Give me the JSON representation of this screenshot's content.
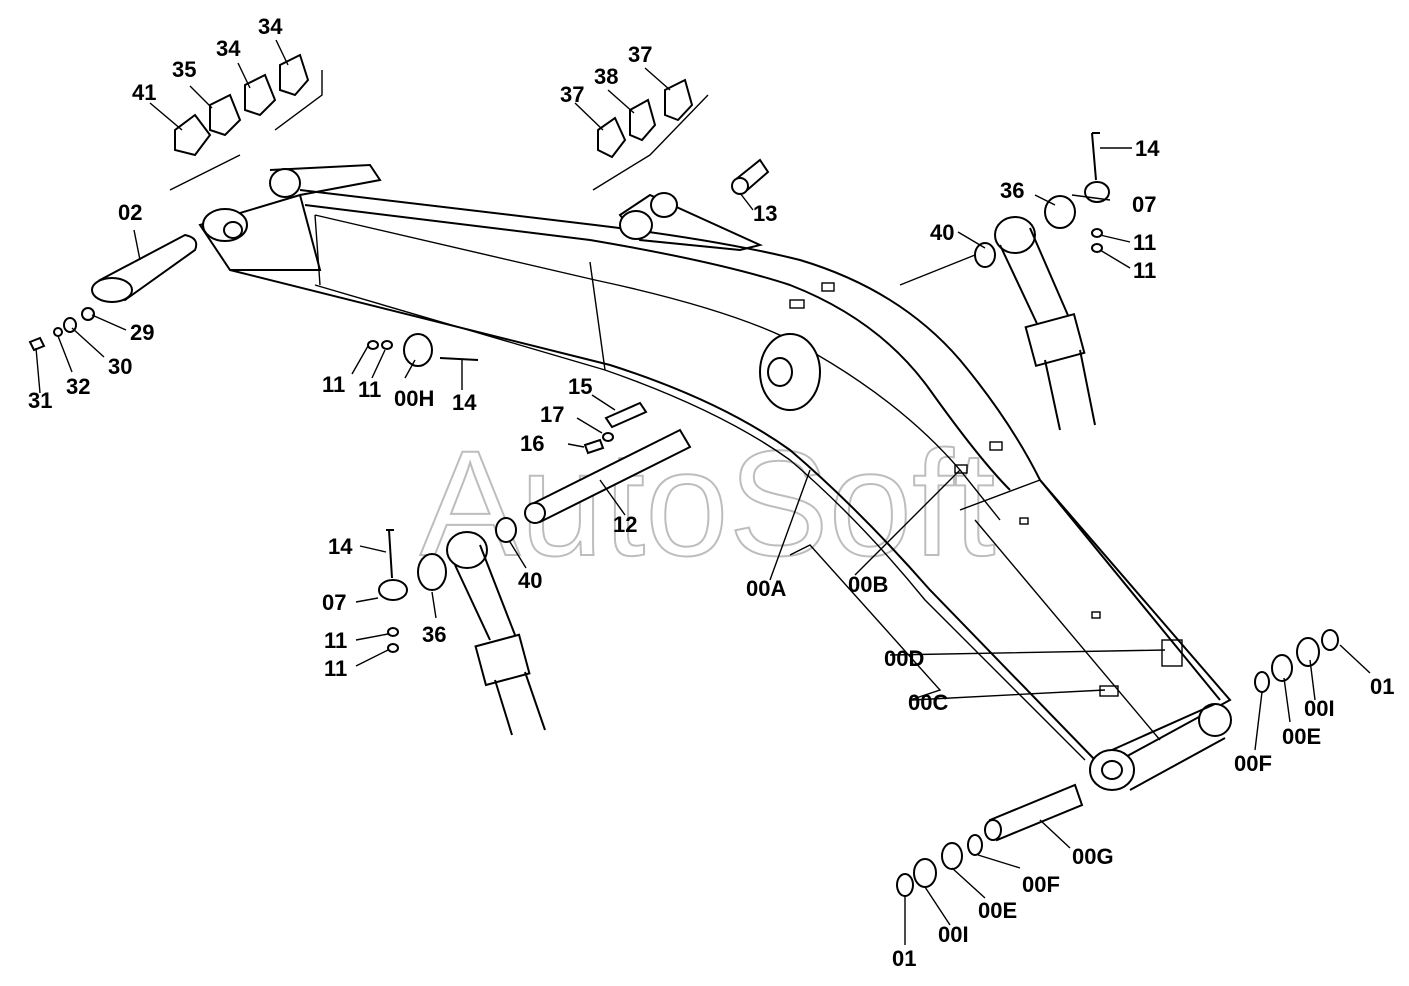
{
  "watermark": "AutoSoft",
  "callouts": [
    {
      "id": "c41",
      "text": "41"
    },
    {
      "id": "c35",
      "text": "35"
    },
    {
      "id": "c34a",
      "text": "34"
    },
    {
      "id": "c34b",
      "text": "34"
    },
    {
      "id": "c37a",
      "text": "37"
    },
    {
      "id": "c38",
      "text": "38"
    },
    {
      "id": "c37b",
      "text": "37"
    },
    {
      "id": "c14a",
      "text": "14"
    },
    {
      "id": "c36a",
      "text": "36"
    },
    {
      "id": "c07a",
      "text": "07"
    },
    {
      "id": "c40a",
      "text": "40"
    },
    {
      "id": "c11a",
      "text": "11"
    },
    {
      "id": "c11b",
      "text": "11"
    },
    {
      "id": "c02",
      "text": "02"
    },
    {
      "id": "c13",
      "text": "13"
    },
    {
      "id": "c29",
      "text": "29"
    },
    {
      "id": "c30",
      "text": "30"
    },
    {
      "id": "c32",
      "text": "32"
    },
    {
      "id": "c31",
      "text": "31"
    },
    {
      "id": "c11c",
      "text": "11"
    },
    {
      "id": "c11d",
      "text": "11"
    },
    {
      "id": "c00H",
      "text": "00H"
    },
    {
      "id": "c14b",
      "text": "14"
    },
    {
      "id": "c15",
      "text": "15"
    },
    {
      "id": "c17",
      "text": "17"
    },
    {
      "id": "c16",
      "text": "16"
    },
    {
      "id": "c12",
      "text": "12"
    },
    {
      "id": "c14c",
      "text": "14"
    },
    {
      "id": "c07b",
      "text": "07"
    },
    {
      "id": "c11e",
      "text": "11"
    },
    {
      "id": "c11f",
      "text": "11"
    },
    {
      "id": "c36b",
      "text": "36"
    },
    {
      "id": "c40b",
      "text": "40"
    },
    {
      "id": "c00A",
      "text": "00A"
    },
    {
      "id": "c00B",
      "text": "00B"
    },
    {
      "id": "c00D",
      "text": "00D"
    },
    {
      "id": "c00C",
      "text": "00C"
    },
    {
      "id": "c01a",
      "text": "01"
    },
    {
      "id": "c00Ia",
      "text": "00I"
    },
    {
      "id": "c00Ea",
      "text": "00E"
    },
    {
      "id": "c00Fa",
      "text": "00F"
    },
    {
      "id": "c00G",
      "text": "00G"
    },
    {
      "id": "c00Fb",
      "text": "00F"
    },
    {
      "id": "c00Eb",
      "text": "00E"
    },
    {
      "id": "c00Ib",
      "text": "00I"
    },
    {
      "id": "c01b",
      "text": "01"
    }
  ]
}
